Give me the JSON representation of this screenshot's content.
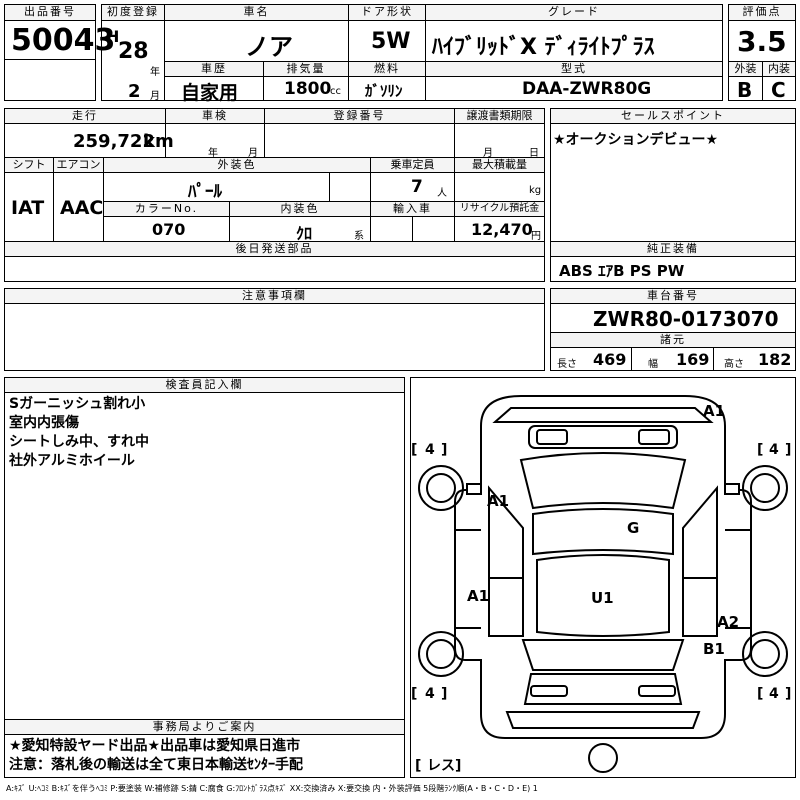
{
  "header": {
    "lot_no": {
      "label": "出品番号",
      "value": "50043"
    },
    "first_reg": {
      "label": "初度登録",
      "era": "H",
      "year": "28",
      "year_unit": "年",
      "month": "2",
      "month_unit": "月"
    },
    "car_name": {
      "label": "車名",
      "value": "ノア"
    },
    "door": {
      "label": "ドア形状",
      "value": "5W"
    },
    "grade": {
      "label": "グレード",
      "value": "ﾊｲﾌﾞﾘｯﾄﾞX ﾃﾞｨﾗｲﾄﾌﾟﾗｽ"
    },
    "score": {
      "label": "評価点",
      "value": "3.5",
      "ext_label": "外装",
      "ext": "B",
      "int_label": "内装",
      "int": "C"
    },
    "history": {
      "label": "車歴",
      "value": "自家用"
    },
    "displacement": {
      "label": "排気量",
      "value": "1800",
      "unit": "cc"
    },
    "fuel": {
      "label": "燃料",
      "value": "ｶﾞｿﾘﾝ"
    },
    "model": {
      "label": "型式",
      "value": "DAA-ZWR80G"
    }
  },
  "row2": {
    "mileage": {
      "label": "走行",
      "value": "259,722",
      "unit": "km"
    },
    "inspection": {
      "label": "車検",
      "year_unit": "年",
      "month_unit": "月"
    },
    "reg_no": {
      "label": "登録番号"
    },
    "transfer": {
      "label": "譲渡書類期限",
      "month_unit": "月",
      "day_unit": "日"
    },
    "shift": {
      "label": "シフト",
      "value": "IAT"
    },
    "aircon": {
      "label": "エアコン",
      "value": "AAC"
    },
    "color": {
      "label": "外装色",
      "value": "ﾊﾟｰﾙ"
    },
    "capacity": {
      "label": "乗車定員",
      "value": "7",
      "unit": "人"
    },
    "load": {
      "label": "最大積載量",
      "unit": "kg"
    },
    "color_no": {
      "label": "カラーNo.",
      "value": "070"
    },
    "int_color": {
      "label": "内装色",
      "value": "ｸﾛ",
      "unit": "系"
    },
    "import": {
      "label": "輸入車"
    },
    "recycle": {
      "label": "リサイクル預託金",
      "value": "12,470",
      "unit": "円"
    },
    "later": {
      "label": "後日発送部品"
    }
  },
  "sales_point": {
    "label": "セールスポイント",
    "text": "★オークションデビュー★"
  },
  "equipment": {
    "label": "純正装備",
    "text": "ABS ｴｱB PS PW"
  },
  "notes": {
    "label": "注意事項欄"
  },
  "chassis": {
    "label": "車台番号",
    "value": "ZWR80-0173070"
  },
  "specs": {
    "label": "諸元",
    "length_label": "長さ",
    "length": "469",
    "width_label": "幅",
    "width": "169",
    "height_label": "高さ",
    "height": "182"
  },
  "inspector": {
    "label": "検査員記入欄",
    "lines": [
      "Sガーニッシュ割れ小",
      "室内内張傷",
      "シートしみ中、すれ中",
      "社外アルミホイール"
    ]
  },
  "office": {
    "label": "事務局よりご案内",
    "lines": [
      "★愛知特設ヤード出品★出品車は愛知県日進市",
      "注意：落札後の輸送は全て東日本輸送ｾﾝﾀｰ手配"
    ]
  },
  "diagram": {
    "marks": {
      "front": "A1",
      "left_front": "A1",
      "center": "G",
      "left_rear": "A1",
      "floor": "U1",
      "right_rear_a": "A2",
      "right_rear_b": "B1"
    },
    "tires": {
      "fl": "4",
      "fr": "4",
      "rl": "4",
      "rr": "4",
      "spare": "レス"
    }
  },
  "legend": "A:ｷｽﾞ U:ﾍｺﾐ B:ｷｽﾞを伴うﾍｺﾐ P:要塗装 W:補修跡 S:錆 C:腐食 G:ﾌﾛﾝﾄｶﾞﾗｽ点ｷｽﾞ XX:交換済み X:要交換 内・外装評価 5段階ﾗﾝｸ順(A・B・C・D・E) 1"
}
